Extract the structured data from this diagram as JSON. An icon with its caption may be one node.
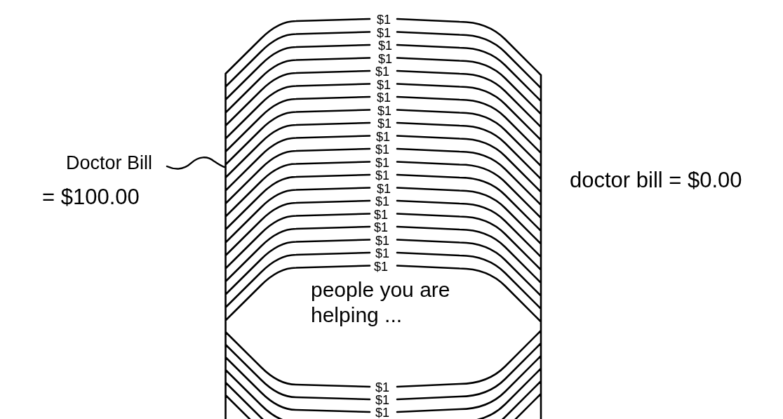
{
  "diagram": {
    "nodes": [
      {
        "text": [
          "Doctor Bill"
        ],
        "beside": [
          "= $100.00"
        ]
      },
      {
        "text": [],
        "shape": "picture"
      }
    ],
    "edges": [
      {
        "from": 0,
        "to": 1,
        "arrow": "none"
      }
    ],
    "labels": [
      "$1",
      "$1",
      "$1",
      "$1",
      "$1",
      "$1",
      "$1",
      "$1",
      "$1",
      "$1",
      "$1",
      "$1",
      "$1",
      "$1",
      "$1",
      "$1",
      "$1",
      "$1",
      "$1",
      "$1",
      "people you are helping ...",
      "$1",
      "$1",
      "$1",
      "doctor bill = $0.00"
    ]
  }
}
